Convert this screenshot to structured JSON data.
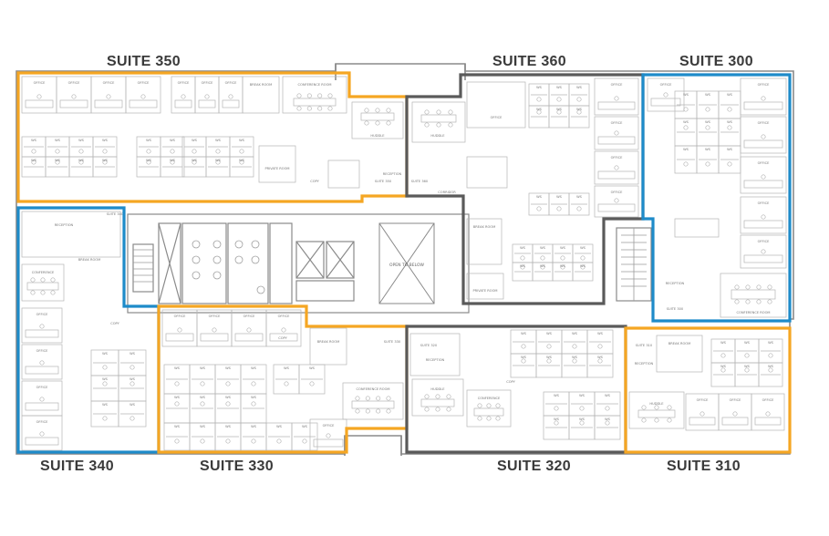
{
  "suites": [
    {
      "id": "350",
      "label": "SUITE 350",
      "color": "#f5a623"
    },
    {
      "id": "360",
      "label": "SUITE 360",
      "color": "#5a5a5a"
    },
    {
      "id": "300",
      "label": "SUITE 300",
      "color": "#1e8bc9"
    },
    {
      "id": "340",
      "label": "SUITE 340",
      "color": "#1e8bc9"
    },
    {
      "id": "330",
      "label": "SUITE 330",
      "color": "#f5a623"
    },
    {
      "id": "320",
      "label": "SUITE 320",
      "color": "#5a5a5a"
    },
    {
      "id": "310",
      "label": "SUITE 310",
      "color": "#f5a623"
    }
  ],
  "rooms": {
    "conference": "CONFERENCE ROOM",
    "break_room": "BREAK ROOM",
    "reception": "RECEPTION",
    "copy": "COPY",
    "open_below": "OPEN TO BELOW",
    "private_room": "PRIVATE ROOM",
    "huddle": "HUDDLE",
    "office": "OFFICE",
    "ws": "WS",
    "conference_short": "CONFERENCE",
    "suite_label_small": "SUITE 350",
    "corridor": "CORRIDOR",
    "suite_360_small": "SUITE 360",
    "suite_340_small": "SUITE 340",
    "suite_330_small": "SUITE 330",
    "suite_320_small": "SUITE 320",
    "suite_310_small": "SUITE 310",
    "suite_300_small": "SUITE 300"
  },
  "colors": {
    "wall": "#8a8a8a",
    "furniture": "#b5b5b5",
    "orange": "#f5a623",
    "blue": "#1e8bc9",
    "dark": "#5a5a5a"
  }
}
